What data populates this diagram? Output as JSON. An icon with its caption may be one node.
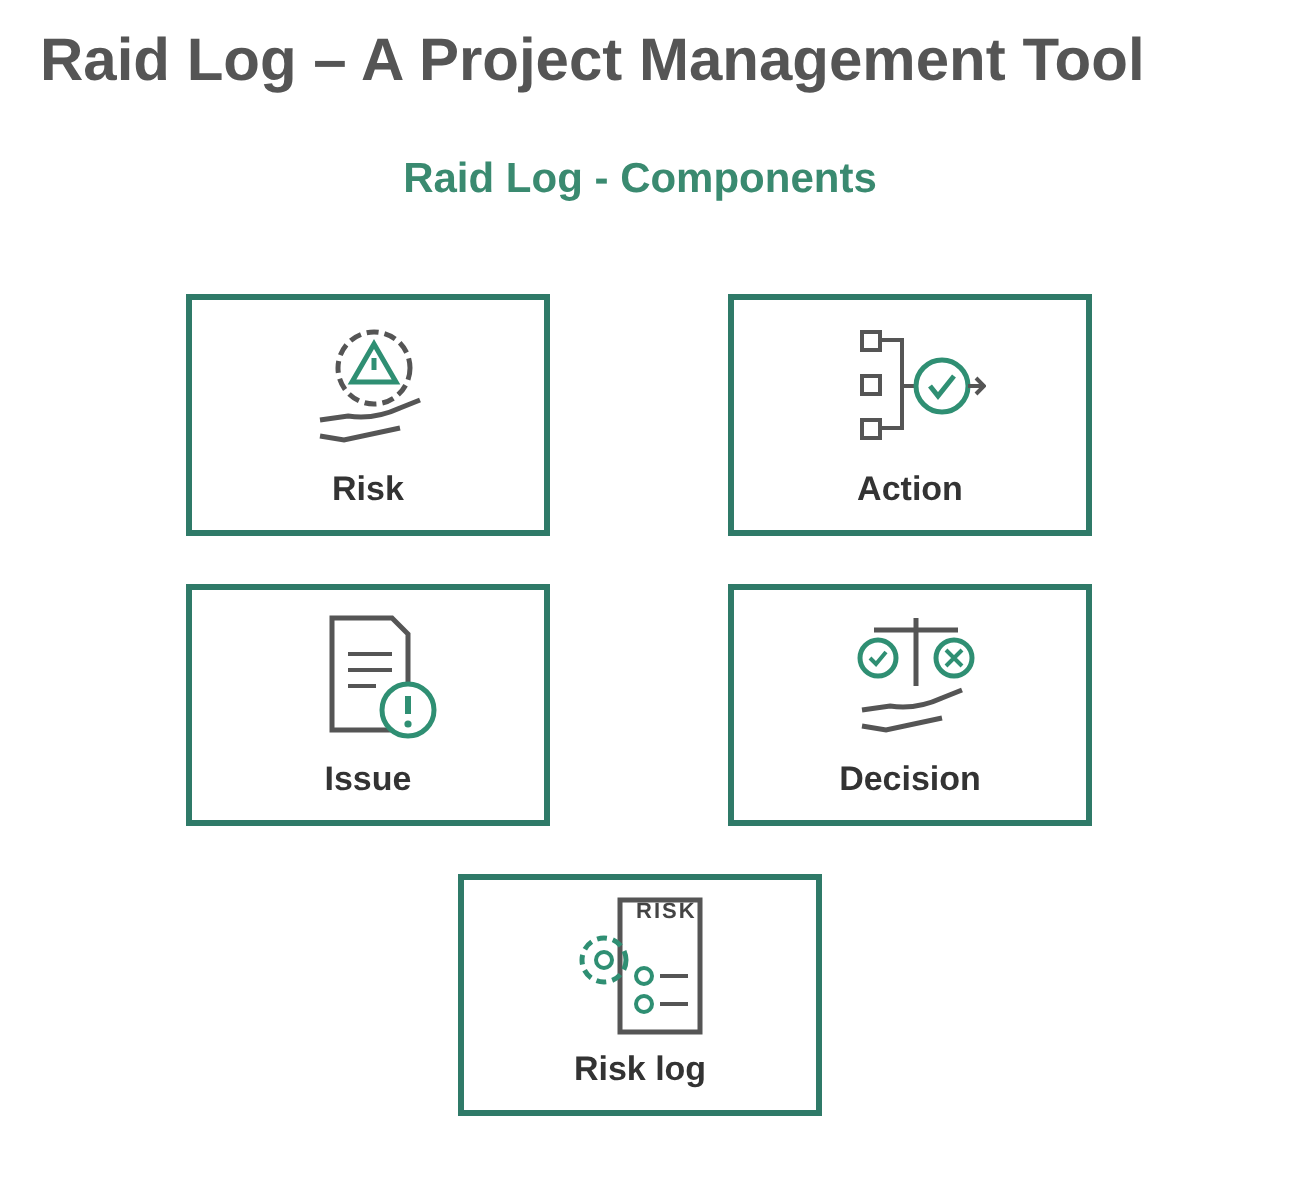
{
  "diagram": {
    "title": "Raid Log – A Project Management Tool",
    "nodes": [
      {
        "text": [
          "Risk"
        ]
      },
      {
        "text": [
          "Action"
        ]
      },
      {
        "text": [
          "Issue"
        ]
      },
      {
        "text": [
          "Decision"
        ]
      },
      {
        "text": [
          "RISK",
          "Risk log"
        ]
      }
    ],
    "edges": [],
    "labels": [
      "Raid Log - Components"
    ]
  }
}
